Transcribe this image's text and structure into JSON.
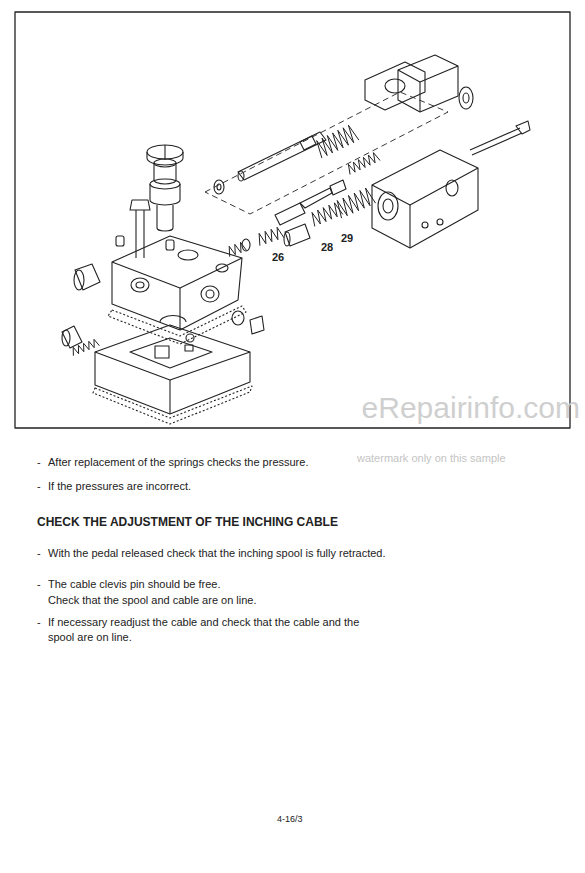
{
  "diagram": {
    "title": "CHECK THE ADJUSTMENT OF THE INCHING CABLE",
    "labels": [
      "26",
      "28",
      "29",
      "eRepairinfo.com",
      "watermark only on this sample",
      "-",
      "After replacement of the springs checks the pressure.",
      "-",
      "If the pressures are incorrect.",
      "-",
      "With the pedal released check that the inching spool is fully retracted.",
      "-",
      "The cable clevis pin should be free.",
      "Check that the spool and cable are on line.",
      "-",
      "If necessary readjust the cable and check that the cable and the spool are on line.",
      "4-16/3"
    ]
  }
}
